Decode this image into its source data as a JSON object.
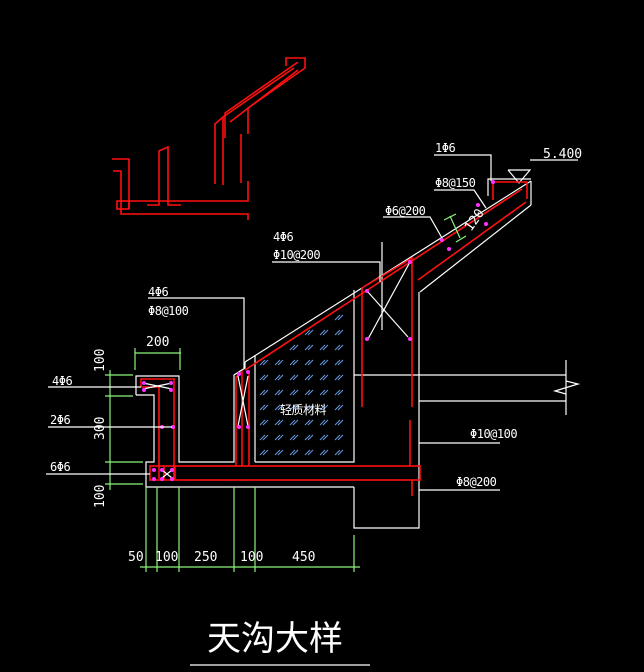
{
  "drawing": {
    "title": "天沟大样",
    "elevation": "5.400",
    "fill_material_label": "轻质材料"
  },
  "rebar_labels": {
    "top_lip": "1Φ6",
    "lip_stirrup": "Φ8@150",
    "slope_dist": "Φ6@200",
    "beam_long": "4Φ6",
    "beam_stirrup": "Φ10@200",
    "mid_wall_long": "4Φ6",
    "mid_wall_stirrup": "Φ8@100",
    "left_top": "4Φ6",
    "left_mid": "2Φ6",
    "left_bottom": "6Φ6",
    "wall_upper": "Φ10@100",
    "wall_lower": "Φ8@200"
  },
  "dimensions": {
    "slab_thickness": "120",
    "top_width": "200",
    "left_vertical": [
      "100",
      "300",
      "100"
    ],
    "bottom_horizontal": [
      "50",
      "100",
      "250",
      "100",
      "450"
    ]
  },
  "colors": {
    "background": "#000000",
    "concrete_outline": "#ffffff",
    "rebar": "#ff1010",
    "dimension": "#8cf57a",
    "rebar_point": "#ff33ff",
    "hatch": "#6b9de6"
  }
}
